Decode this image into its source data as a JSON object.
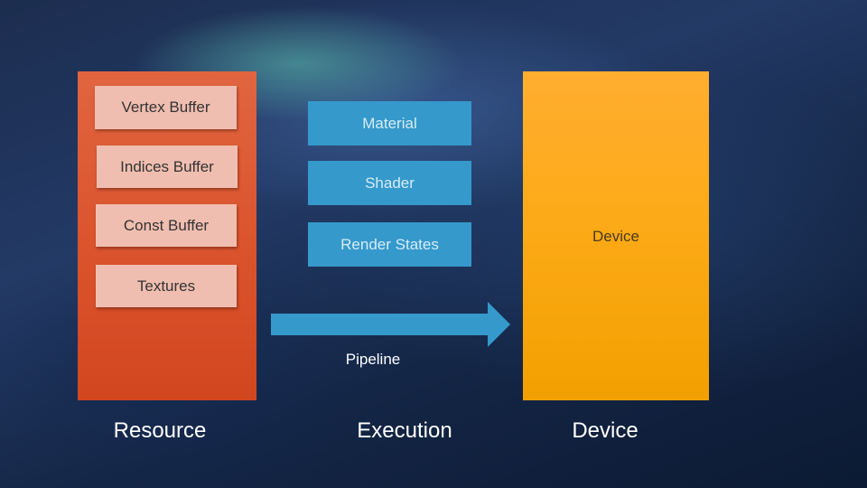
{
  "resource": {
    "items": [
      "Vertex Buffer",
      "Indices Buffer",
      "Const Buffer",
      "Textures"
    ]
  },
  "execution": {
    "items": [
      "Material",
      "Shader",
      "Render States"
    ]
  },
  "device": {
    "box_label": "Device"
  },
  "pipeline": {
    "label": "Pipeline"
  },
  "columns": {
    "resource": "Resource",
    "execution": "Execution",
    "device": "Device"
  },
  "colors": {
    "resource_panel": "#dc5630",
    "resource_item": "#f0beb0",
    "execution_item": "#3599cb",
    "device_panel": "#fdaa18",
    "arrow": "#3599cb"
  }
}
